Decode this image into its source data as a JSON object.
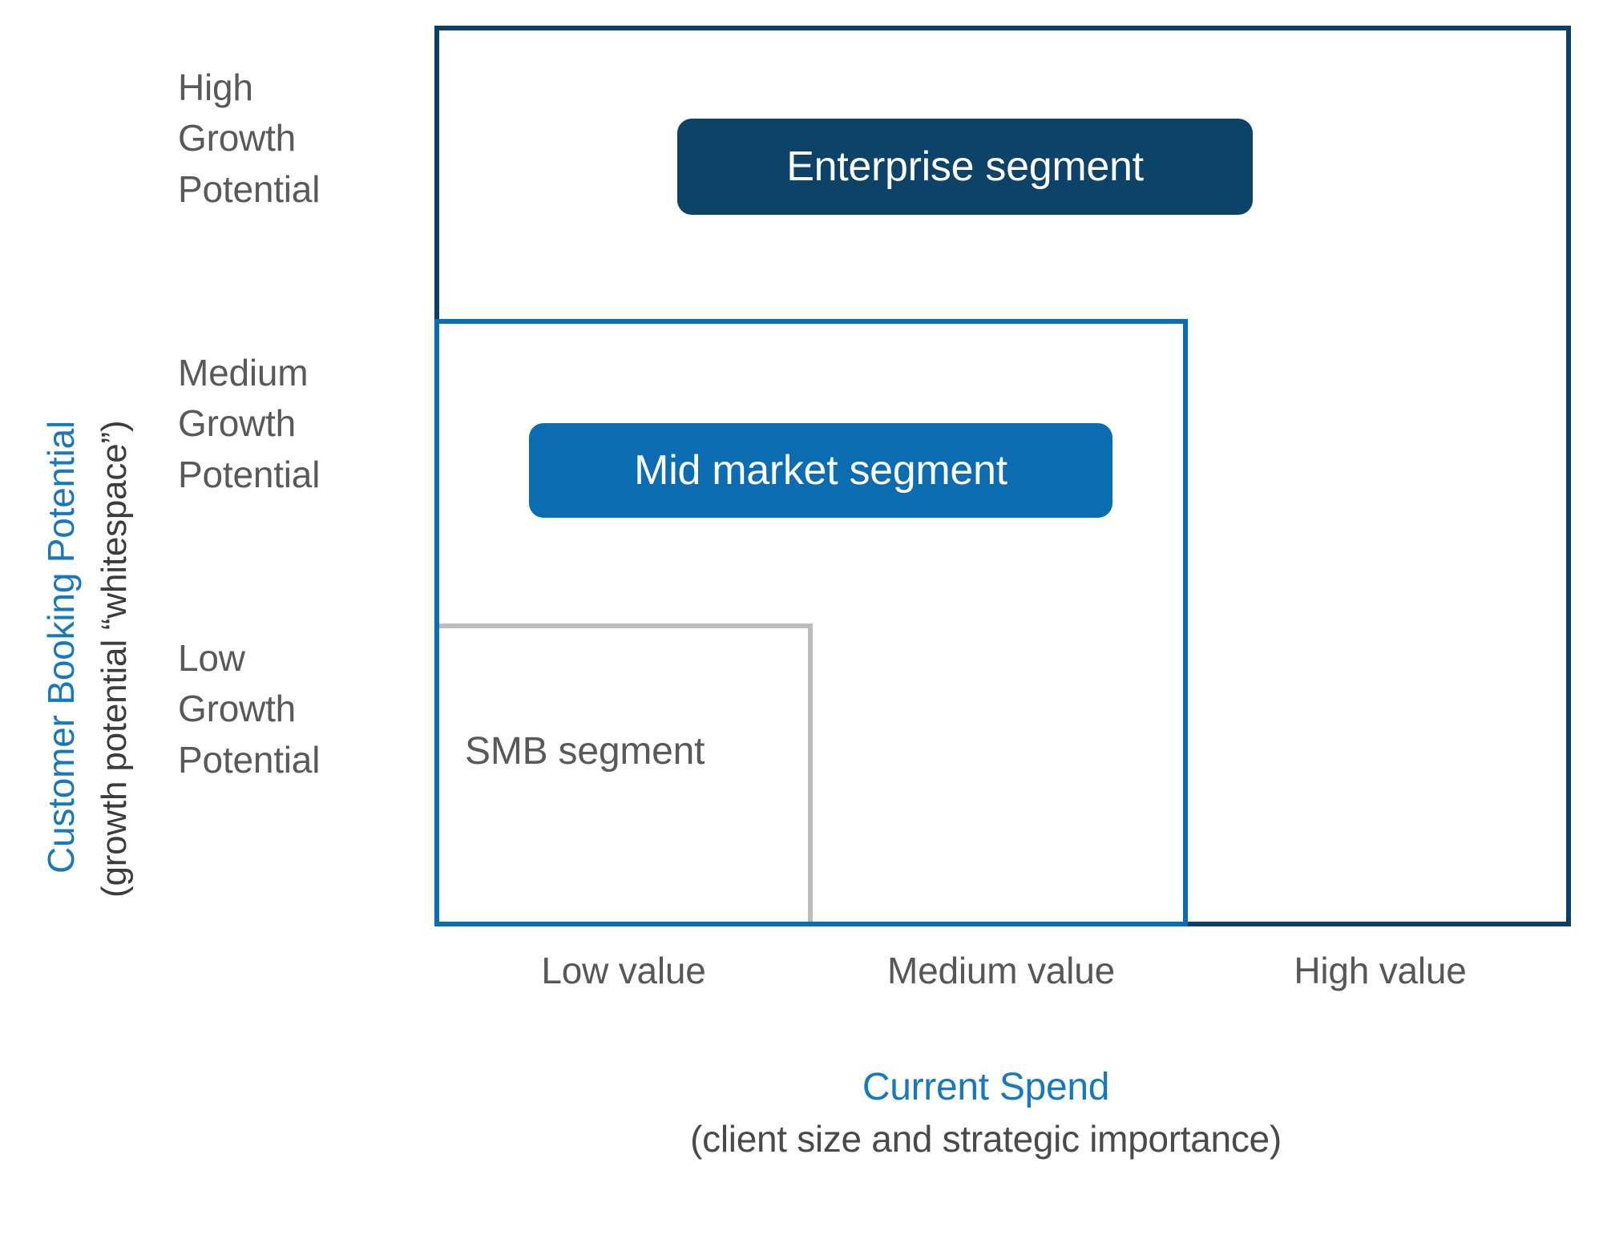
{
  "chart_data": {
    "type": "diagram",
    "subtype": "segmentation-matrix",
    "title": "",
    "xlabel": "Current Spend",
    "xlabel_sub": "(client size and strategic importance)",
    "ylabel": "Customer Booking Potential",
    "ylabel_sub": "(growth potential “whitespace”)",
    "x_categories": [
      "Low value",
      "Medium value",
      "High value"
    ],
    "y_categories": [
      "Low Growth Potential",
      "Medium Growth Potential",
      "High Growth Potential"
    ],
    "grid": false,
    "legend": "none",
    "series": [
      {
        "name": "SMB segment",
        "label_style": "plain-text",
        "color": "#bdbdbd",
        "x_span": [
          "Low value"
        ],
        "y_span": [
          "Low Growth Potential"
        ]
      },
      {
        "name": "Mid market segment",
        "label_style": "filled-pill",
        "color": "#0b6cb1",
        "x_span": [
          "Low value",
          "Medium value"
        ],
        "y_span": [
          "Low Growth Potential",
          "Medium Growth Potential"
        ]
      },
      {
        "name": "Enterprise segment",
        "label_style": "filled-pill",
        "color": "#0d4369",
        "x_span": [
          "Low value",
          "Medium value",
          "High value"
        ],
        "y_span": [
          "Low Growth Potential",
          "Medium Growth Potential",
          "High Growth Potential"
        ]
      }
    ]
  },
  "axes": {
    "y": {
      "title": "Customer Booking Potential",
      "subtitle": "(growth potential “whitespace”)",
      "title_color": "#1878be",
      "subtitle_color": "#3c3c3c",
      "ticks": [
        {
          "key": "high",
          "line1": "High",
          "line2": "Growth",
          "line3": "Potential"
        },
        {
          "key": "medium",
          "line1": "Medium",
          "line2": "Growth",
          "line3": "Potential"
        },
        {
          "key": "low",
          "line1": "Low",
          "line2": "Growth",
          "line3": "Potential"
        }
      ]
    },
    "x": {
      "title": "Current Spend",
      "subtitle": "(client size and strategic importance)",
      "title_color": "#1878be",
      "subtitle_color": "#4a4a4a",
      "ticks": [
        {
          "key": "low",
          "label": "Low value"
        },
        {
          "key": "medium",
          "label": "Medium value"
        },
        {
          "key": "high",
          "label": "High value"
        }
      ]
    }
  },
  "segments": {
    "enterprise": {
      "label": "Enterprise segment",
      "fill": "#0d4369",
      "border": "#0d3f66",
      "text_color": "#ffffff"
    },
    "midmarket": {
      "label": "Mid market segment",
      "fill": "#0b6cb1",
      "border": "#0b6cb1",
      "text_color": "#ffffff"
    },
    "smb": {
      "label": "SMB segment",
      "fill": "transparent",
      "border": "#bdbdbd",
      "text_color": "#595959"
    }
  },
  "colors": {
    "accent_blue": "#1878be",
    "navy": "#0d3f66",
    "mid_blue": "#0b6cb1",
    "gray": "#bdbdbd",
    "text_gray": "#595959",
    "background": "#ffffff"
  }
}
